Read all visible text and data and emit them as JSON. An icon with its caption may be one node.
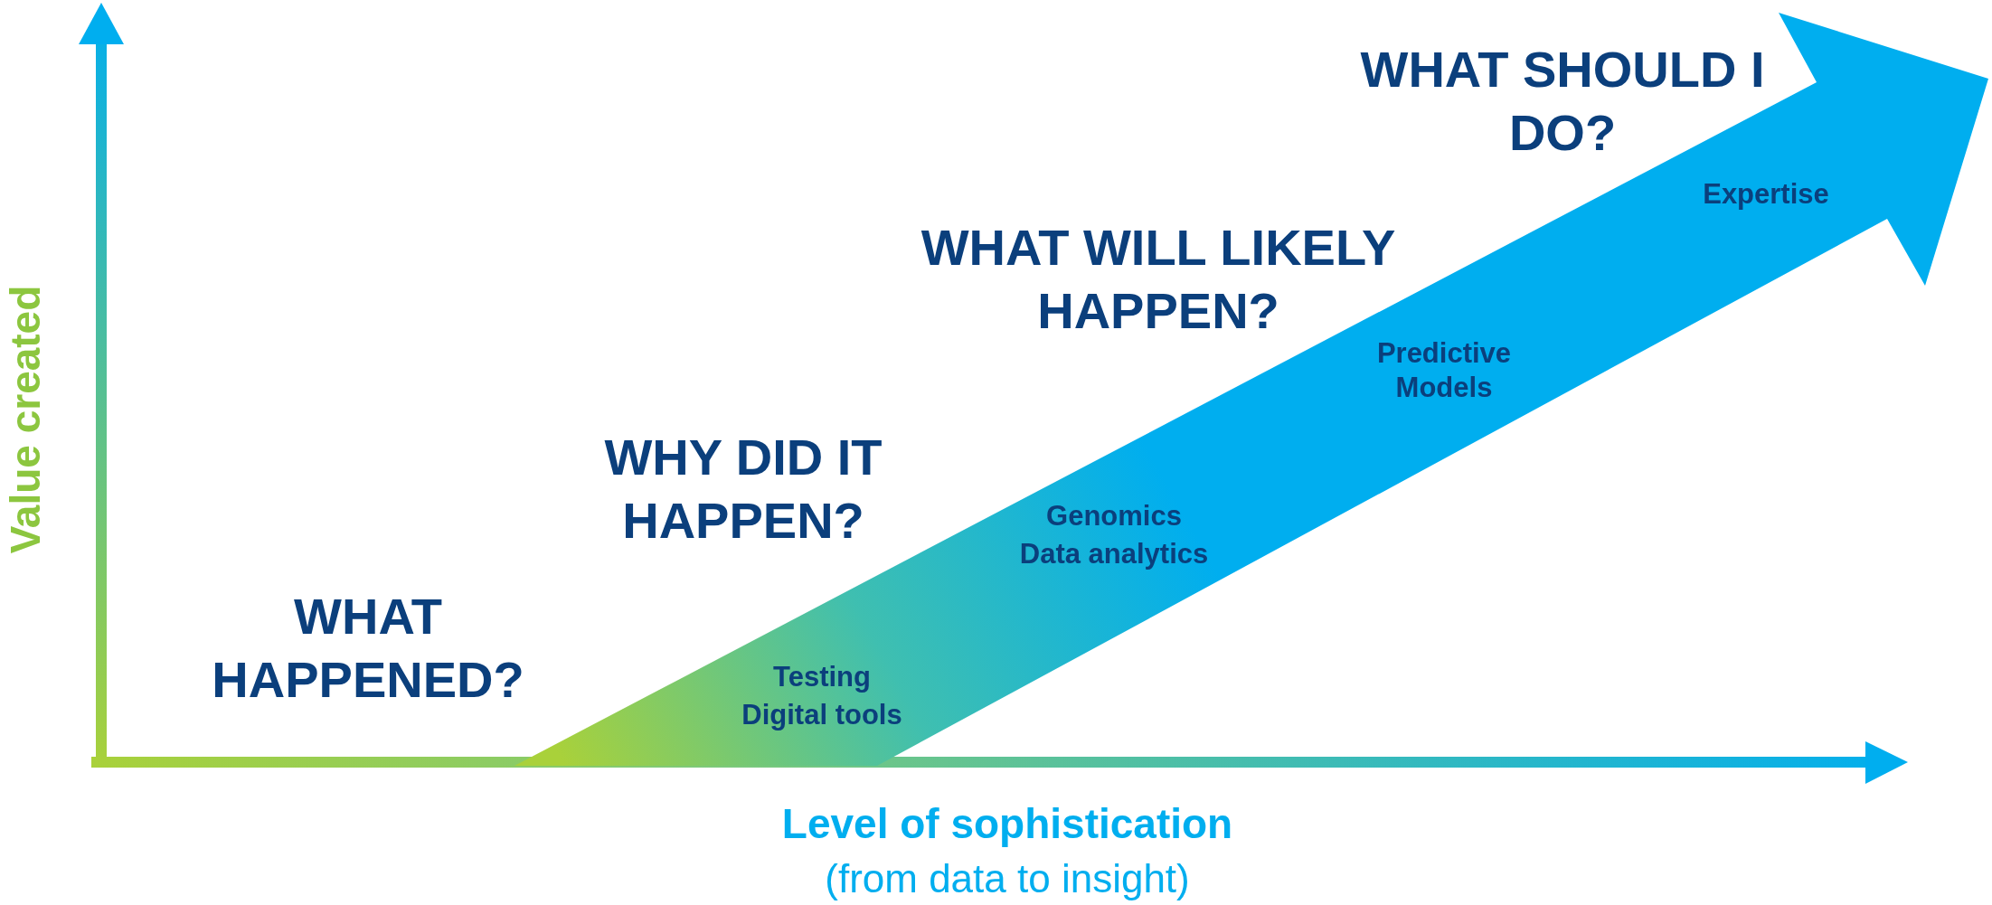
{
  "diagram": {
    "labels": [
      "WHAT SHOULD I DO?",
      "Expertise",
      "WHAT WILL LIKELY HAPPEN?",
      "Predictive Models",
      "WHY DID IT HAPPEN?",
      "Genomics",
      "Data analytics",
      "Value created",
      "WHAT HAPPENED?",
      "Testing",
      "Digital tools",
      "Level of sophistication",
      "(from data to insight)"
    ]
  }
}
